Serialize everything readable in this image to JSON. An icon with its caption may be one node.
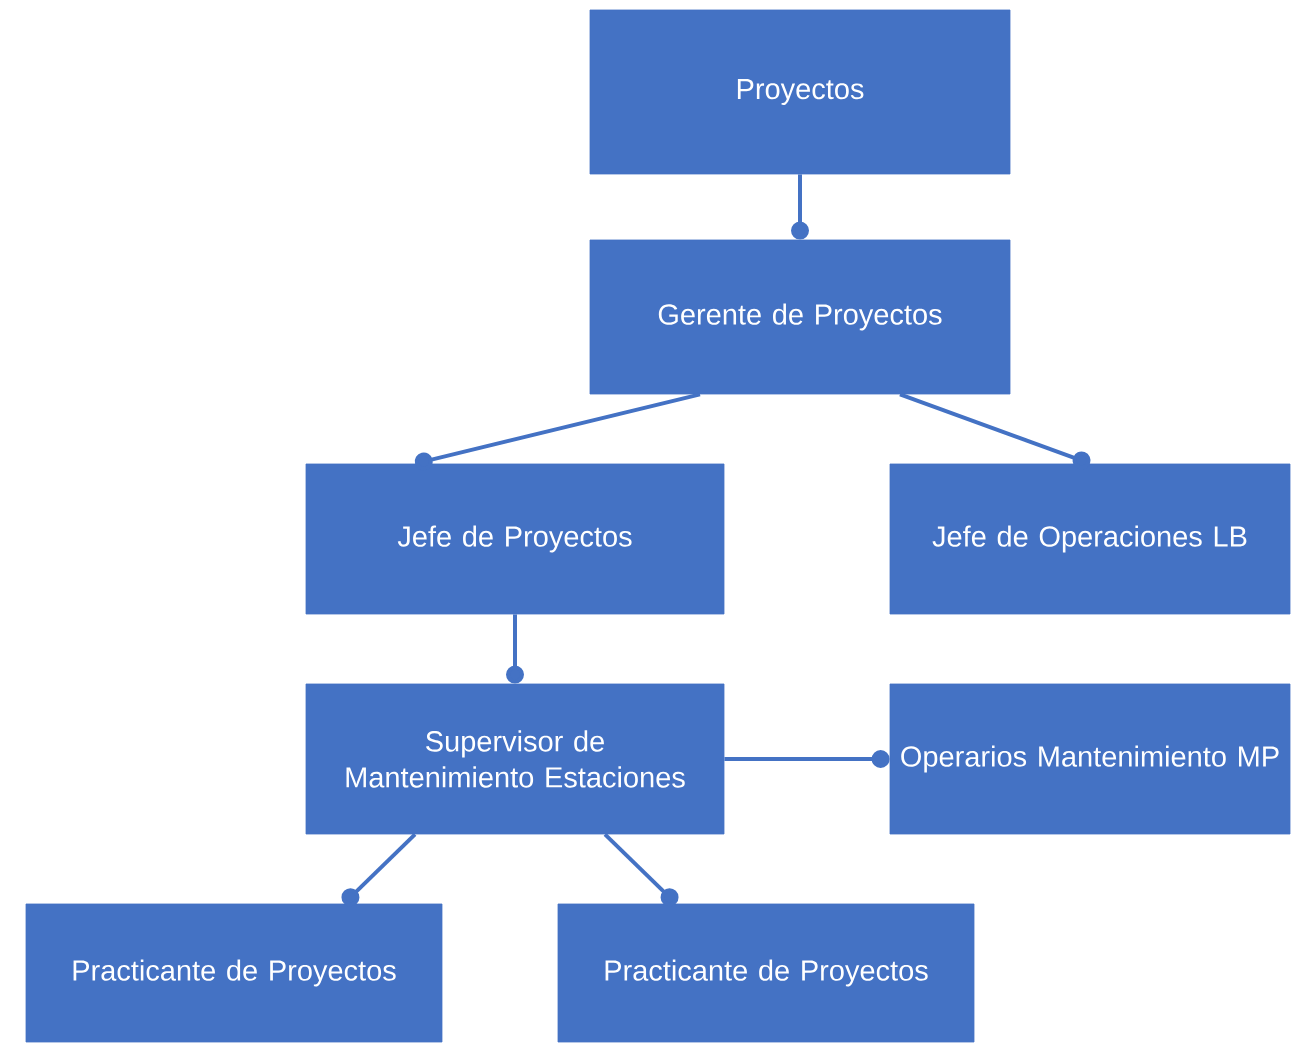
{
  "diagram": {
    "nodes": [
      {
        "text": [
          "Proyectos"
        ]
      },
      {
        "text": [
          "Gerente de Proyectos"
        ]
      },
      {
        "text": [
          "Jefe de Proyectos"
        ]
      },
      {
        "text": [
          "Jefe de Operaciones LB"
        ]
      },
      {
        "text": [
          "Supervisor de Mantenimiento Estaciones"
        ]
      },
      {
        "text": [
          "Operarios Mantenimiento MP"
        ]
      },
      {
        "text": [
          "Practicante de Proyectos"
        ]
      },
      {
        "text": [
          "Practicante de Proyectos"
        ]
      }
    ],
    "edges": [
      {
        "from": 0,
        "to": 1,
        "arrow": "other"
      },
      {
        "from": 1,
        "to": 2,
        "arrow": "other"
      },
      {
        "from": 1,
        "to": 3,
        "arrow": "other"
      },
      {
        "from": 2,
        "to": 4,
        "arrow": "other"
      },
      {
        "from": 4,
        "to": 5,
        "arrow": "other"
      },
      {
        "from": 4,
        "to": 6,
        "arrow": "other"
      },
      {
        "from": 4,
        "to": 7,
        "arrow": "other"
      }
    ]
  }
}
